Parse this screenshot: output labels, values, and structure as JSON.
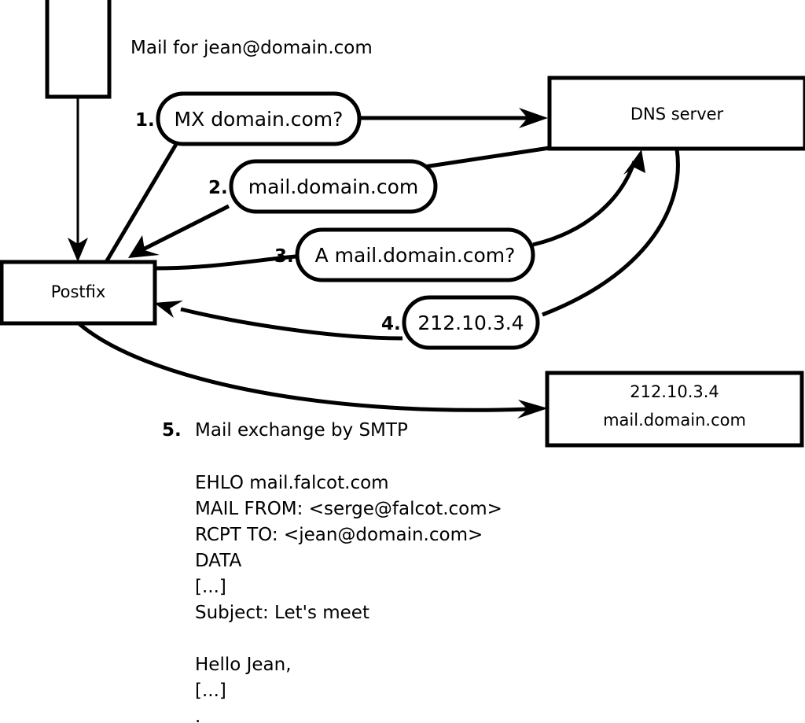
{
  "diagram": {
    "title_note": "Mail for jean@domain.com",
    "nodes": {
      "sender_box": {
        "label": ""
      },
      "postfix": {
        "label": "Postfix"
      },
      "dns_server": {
        "label": "DNS server"
      },
      "mail_server": {
        "line1": "212.10.3.4",
        "line2": "mail.domain.com"
      }
    },
    "steps": [
      {
        "num": "1.",
        "label": "MX domain.com?"
      },
      {
        "num": "2.",
        "label": "mail.domain.com"
      },
      {
        "num": "3.",
        "label": "A mail.domain.com?"
      },
      {
        "num": "4.",
        "label": "212.10.3.4"
      }
    ],
    "step5": {
      "num": "5.",
      "label": "Mail exchange by SMTP"
    },
    "transcript": [
      "EHLO mail.falcot.com",
      "MAIL FROM: <serge@falcot.com>",
      "RCPT TO: <jean@domain.com>",
      "DATA",
      "[...]",
      "Subject: Let's meet",
      "",
      "Hello Jean,",
      "[...]",
      "",
      "."
    ],
    "colors": {
      "stroke": "#000000",
      "fill": "#ffffff",
      "text": "#000000"
    }
  }
}
